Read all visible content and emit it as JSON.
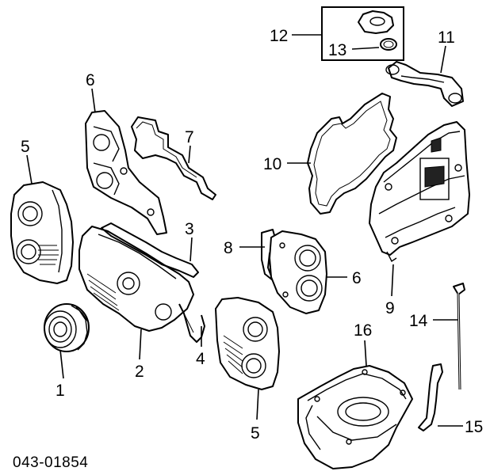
{
  "diagram": {
    "callouts": [
      {
        "id": "c1",
        "label": "1"
      },
      {
        "id": "c2",
        "label": "2"
      },
      {
        "id": "c3",
        "label": "3"
      },
      {
        "id": "c4",
        "label": "4"
      },
      {
        "id": "c5a",
        "label": "5"
      },
      {
        "id": "c5b",
        "label": "5"
      },
      {
        "id": "c6a",
        "label": "6"
      },
      {
        "id": "c6b",
        "label": "6"
      },
      {
        "id": "c7",
        "label": "7"
      },
      {
        "id": "c8",
        "label": "8"
      },
      {
        "id": "c9",
        "label": "9"
      },
      {
        "id": "c10",
        "label": "10"
      },
      {
        "id": "c11",
        "label": "11"
      },
      {
        "id": "c12",
        "label": "12"
      },
      {
        "id": "c13",
        "label": "13"
      },
      {
        "id": "c14",
        "label": "14"
      },
      {
        "id": "c15",
        "label": "15"
      },
      {
        "id": "c16",
        "label": "16"
      }
    ],
    "figure_code": "043-01854"
  }
}
